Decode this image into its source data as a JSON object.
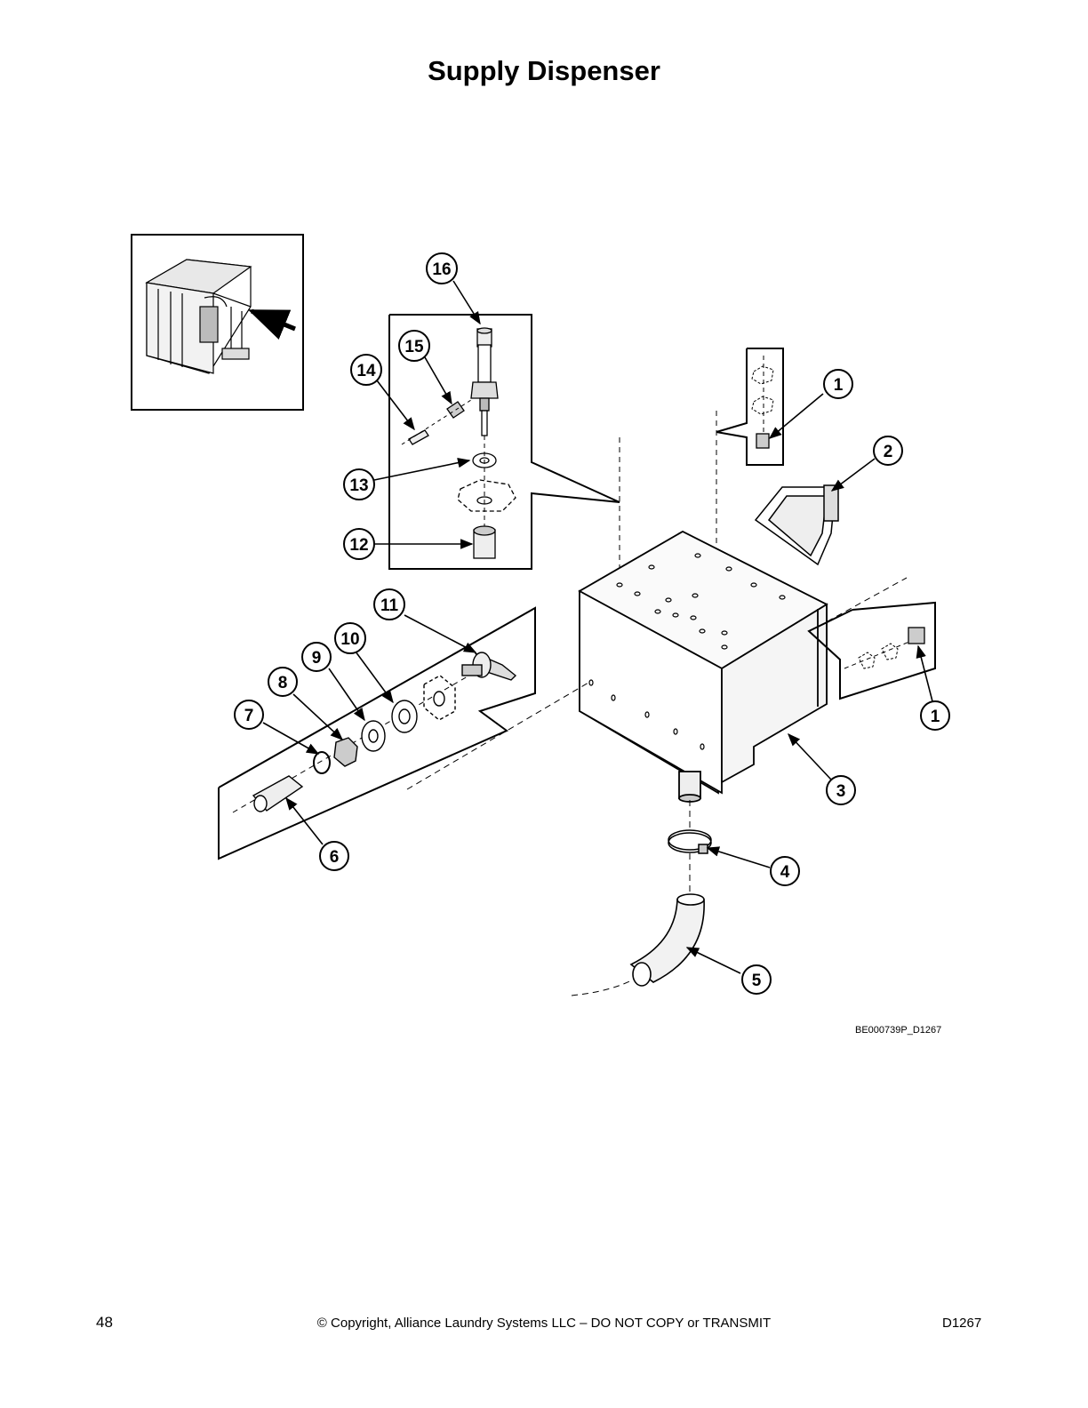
{
  "page": {
    "title": "Supply Dispenser",
    "figure_code": "BE000739P_D1267",
    "page_number": "48",
    "copyright": "© Copyright, Alliance Laundry Systems LLC – DO NOT COPY or TRANSMIT",
    "doc_id": "D1267"
  },
  "callouts": [
    "1",
    "1",
    "2",
    "3",
    "4",
    "5",
    "6",
    "7",
    "8",
    "9",
    "10",
    "11",
    "12",
    "13",
    "14",
    "15",
    "16"
  ]
}
